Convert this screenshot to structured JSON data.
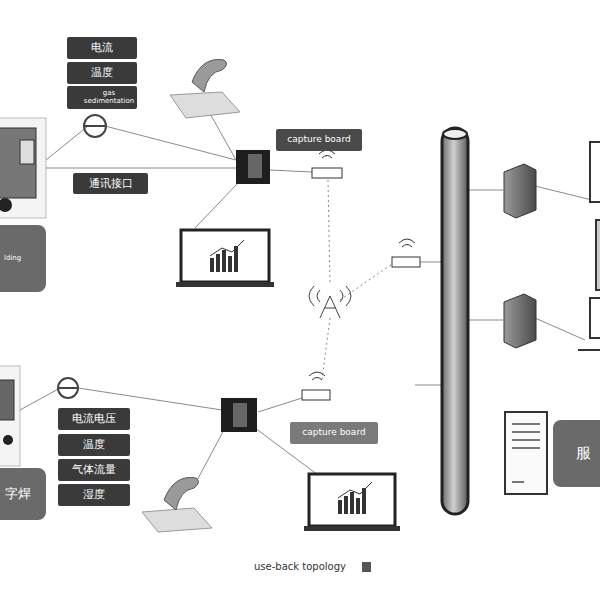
{
  "diagram": {
    "caption": "use-back topology",
    "nodes": [
      {
        "text": [
          "电流"
        ]
      },
      {
        "text": [
          "温度"
        ]
      },
      {
        "text": [
          "gas sedimentation"
        ]
      },
      {
        "text": [
          "lding"
        ]
      },
      {
        "text": [
          "通讯接口"
        ]
      },
      {
        "text": [
          "capture board"
        ]
      },
      {
        "text": [
          "电流电压"
        ]
      },
      {
        "text": [
          "温度"
        ]
      },
      {
        "text": [
          "气体流量"
        ]
      },
      {
        "text": [
          "湿度"
        ]
      },
      {
        "text": [
          "字焊"
        ]
      },
      {
        "text": [
          "capture board"
        ]
      },
      {
        "text": [
          "服"
        ]
      }
    ]
  }
}
